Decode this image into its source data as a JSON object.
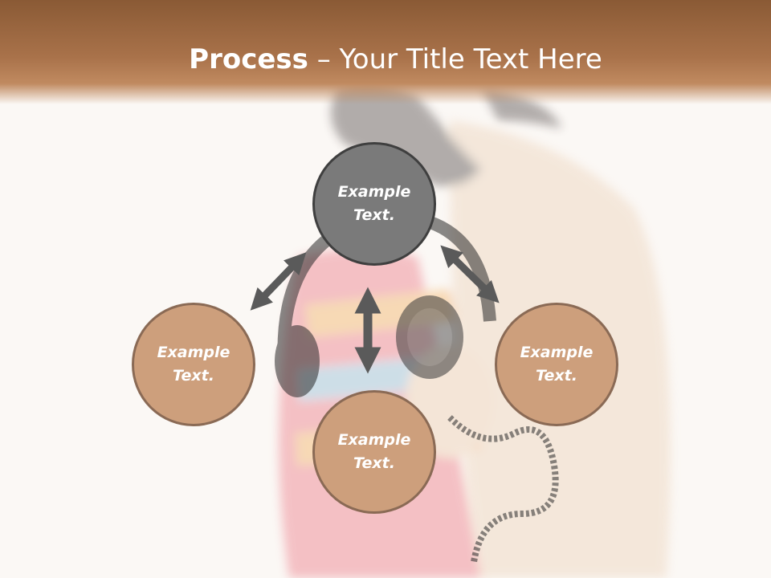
{
  "title": {
    "bold": "Process",
    "separator": " – ",
    "rest": "Your Title Text Here"
  },
  "nodes": {
    "top": "Example\nText.",
    "left": "Example\nText.",
    "right": "Example\nText.",
    "bottom": "Example\nText."
  },
  "colors": {
    "header": "#a9724a",
    "center_node": "#7a7a7a",
    "outer_node": "#cd9f7c",
    "arrow": "#5a5a5a"
  }
}
